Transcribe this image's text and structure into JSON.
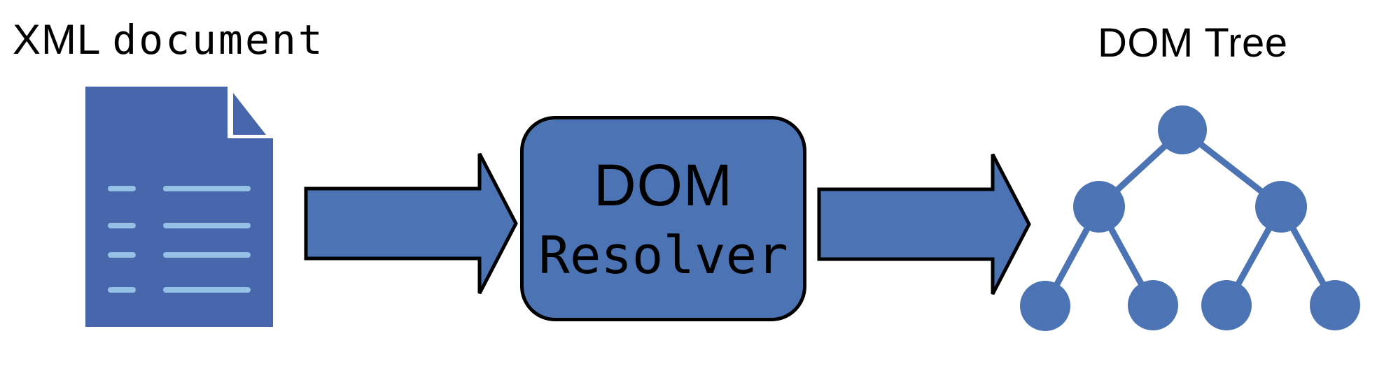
{
  "labels": {
    "xml_title_word1": "XML",
    "xml_title_word2": "document",
    "box_line1": "DOM",
    "box_line2": "Resolver",
    "tree_title": "DOM Tree"
  },
  "colors": {
    "document_blue": "#4866AC",
    "document_text_lines_blue": "#95C1E6",
    "shape_blue": "#4C74B4",
    "outline_black": "#000000",
    "label_text_black": "#000000"
  },
  "diagram": {
    "flow_sequence": [
      "XML document",
      "DOM Resolver",
      "DOM Tree"
    ],
    "tree_node_count": 7,
    "tree_levels": [
      1,
      2,
      4
    ]
  }
}
